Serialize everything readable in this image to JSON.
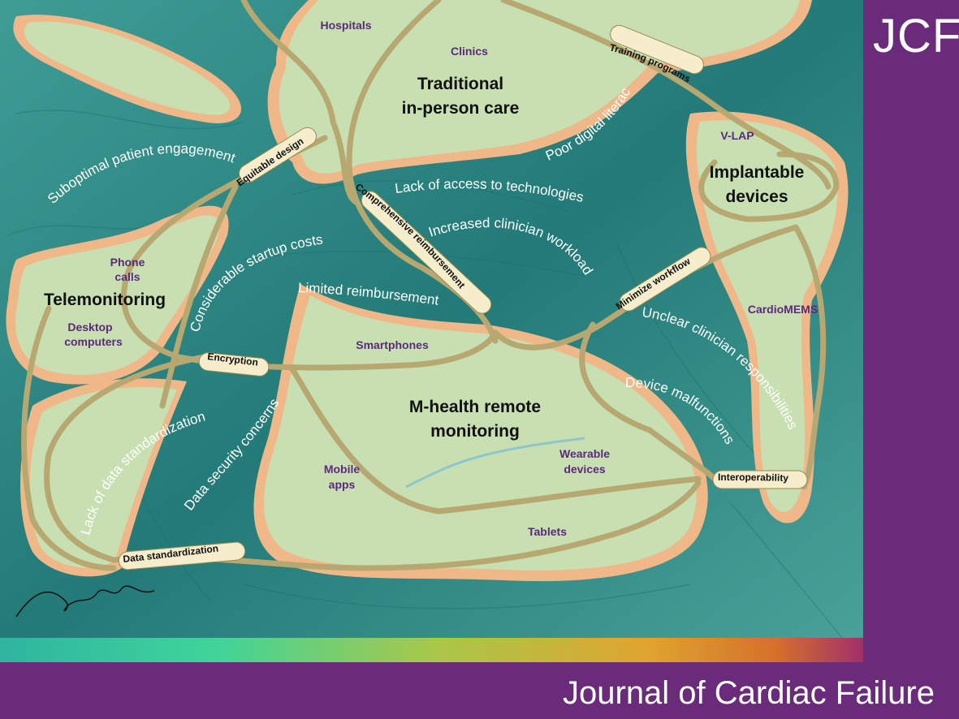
{
  "journal": {
    "abbreviation": "JCF",
    "title": "Journal of Cardiac Failure",
    "brand_color": "#6a2c7a"
  },
  "regions": {
    "in_person": "Traditional in-person care",
    "in_person_line1": "Traditional",
    "in_person_line2": "in-person care",
    "telemonitoring": "Telemonitoring",
    "mhealth_line1": "M-health remote",
    "mhealth_line2": "monitoring",
    "implantable_line1": "Implantable",
    "implantable_line2": "devices"
  },
  "subregions": {
    "hospitals": "Hospitals",
    "clinics": "Clinics",
    "v_lap": "V-LAP",
    "cardiomems": "CardioMEMS",
    "phone_line1": "Phone",
    "phone_line2": "calls",
    "desktop_line1": "Desktop",
    "desktop_line2": "computers",
    "smartphones": "Smartphones",
    "mobile_line1": "Mobile",
    "mobile_line2": "apps",
    "wearable_line1": "Wearable",
    "wearable_line2": "devices",
    "tablets": "Tablets"
  },
  "roads": {
    "training": "Training programs",
    "equitable": "Equitable design",
    "reimbursement": "Comprehensive reimbursement",
    "workflow": "Minimize workflow",
    "encryption": "Encryption",
    "interoperability": "Interoperability",
    "data_std": "Data standardization"
  },
  "barriers": {
    "engagement": "Suboptimal patient engagement",
    "literacy": "Poor digital literacy",
    "access": "Lack of access to technologies",
    "workload": "Increased clinician workload",
    "startup": "Considerable startup costs",
    "limited_reimb": "Limited reimbursement",
    "responsibilities": "Unclear clinician responsibilities",
    "malfunctions": "Device malfunctions",
    "lack_std": "Lack of data standardization",
    "security": "Data security concerns"
  },
  "palette": {
    "sea": "#2f8a86",
    "land": "#c7dfb1",
    "shore": "#f0b889",
    "road": "#b7a770",
    "region_label": "#111111",
    "subregion_label": "#5b2a7c"
  }
}
